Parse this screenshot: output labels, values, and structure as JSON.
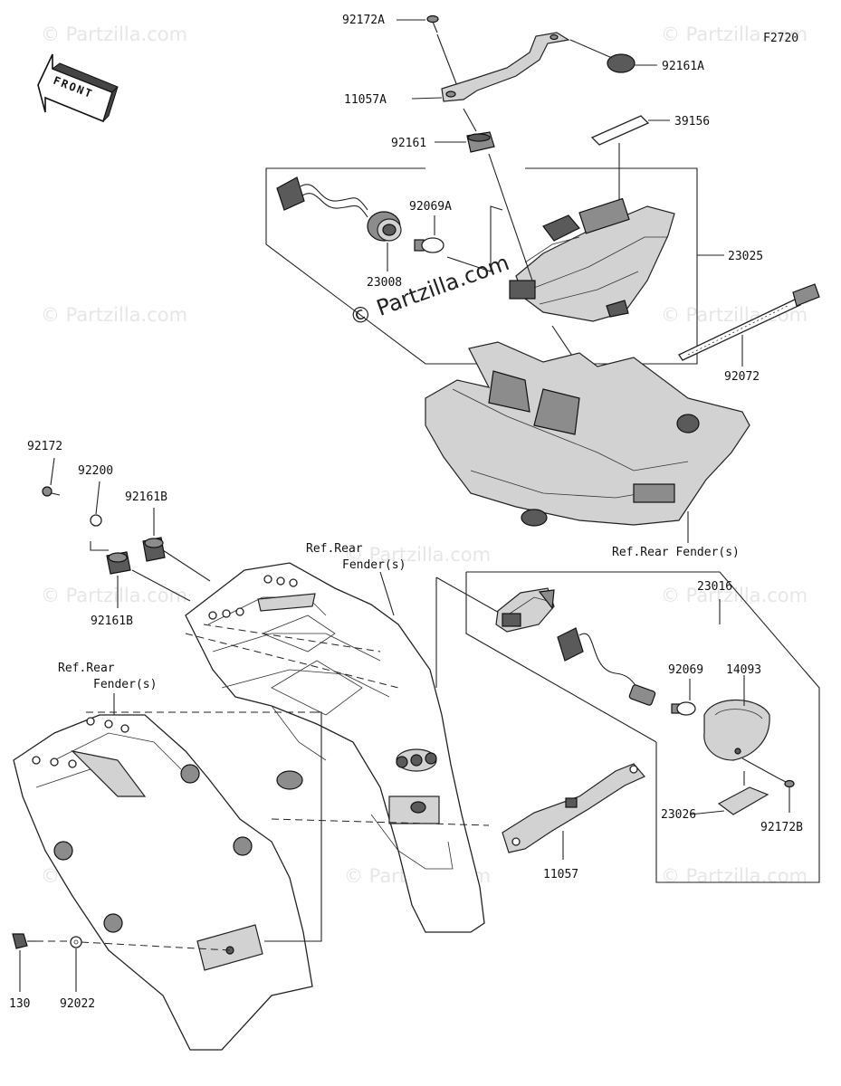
{
  "figure_code": "F2720",
  "front_label": "FRONT",
  "watermark": "© Partzilla.com",
  "parts": {
    "p92172A": "92172A",
    "p92161A": "92161A",
    "p11057A": "11057A",
    "p39156": "39156",
    "p92161": "92161",
    "p92069A": "92069A",
    "p23025": "23025",
    "p23008": "23008",
    "p92072": "92072",
    "p92172": "92172",
    "p92200": "92200",
    "p92161B_top": "92161B",
    "p92161B_bottom": "92161B",
    "p23016": "23016",
    "p92069": "92069",
    "p14093": "14093",
    "p23026": "23026",
    "p92172B": "92172B",
    "p11057": "11057",
    "p130": "130",
    "p92022": "92022"
  },
  "refs": {
    "rear_fender_right": "Ref.Rear Fender(s)",
    "rear_fender_mid_line1": "Ref.Rear",
    "rear_fender_mid_line2": "Fender(s)",
    "rear_fender_left_line1": "Ref.Rear",
    "rear_fender_left_line2": "Fender(s)"
  }
}
